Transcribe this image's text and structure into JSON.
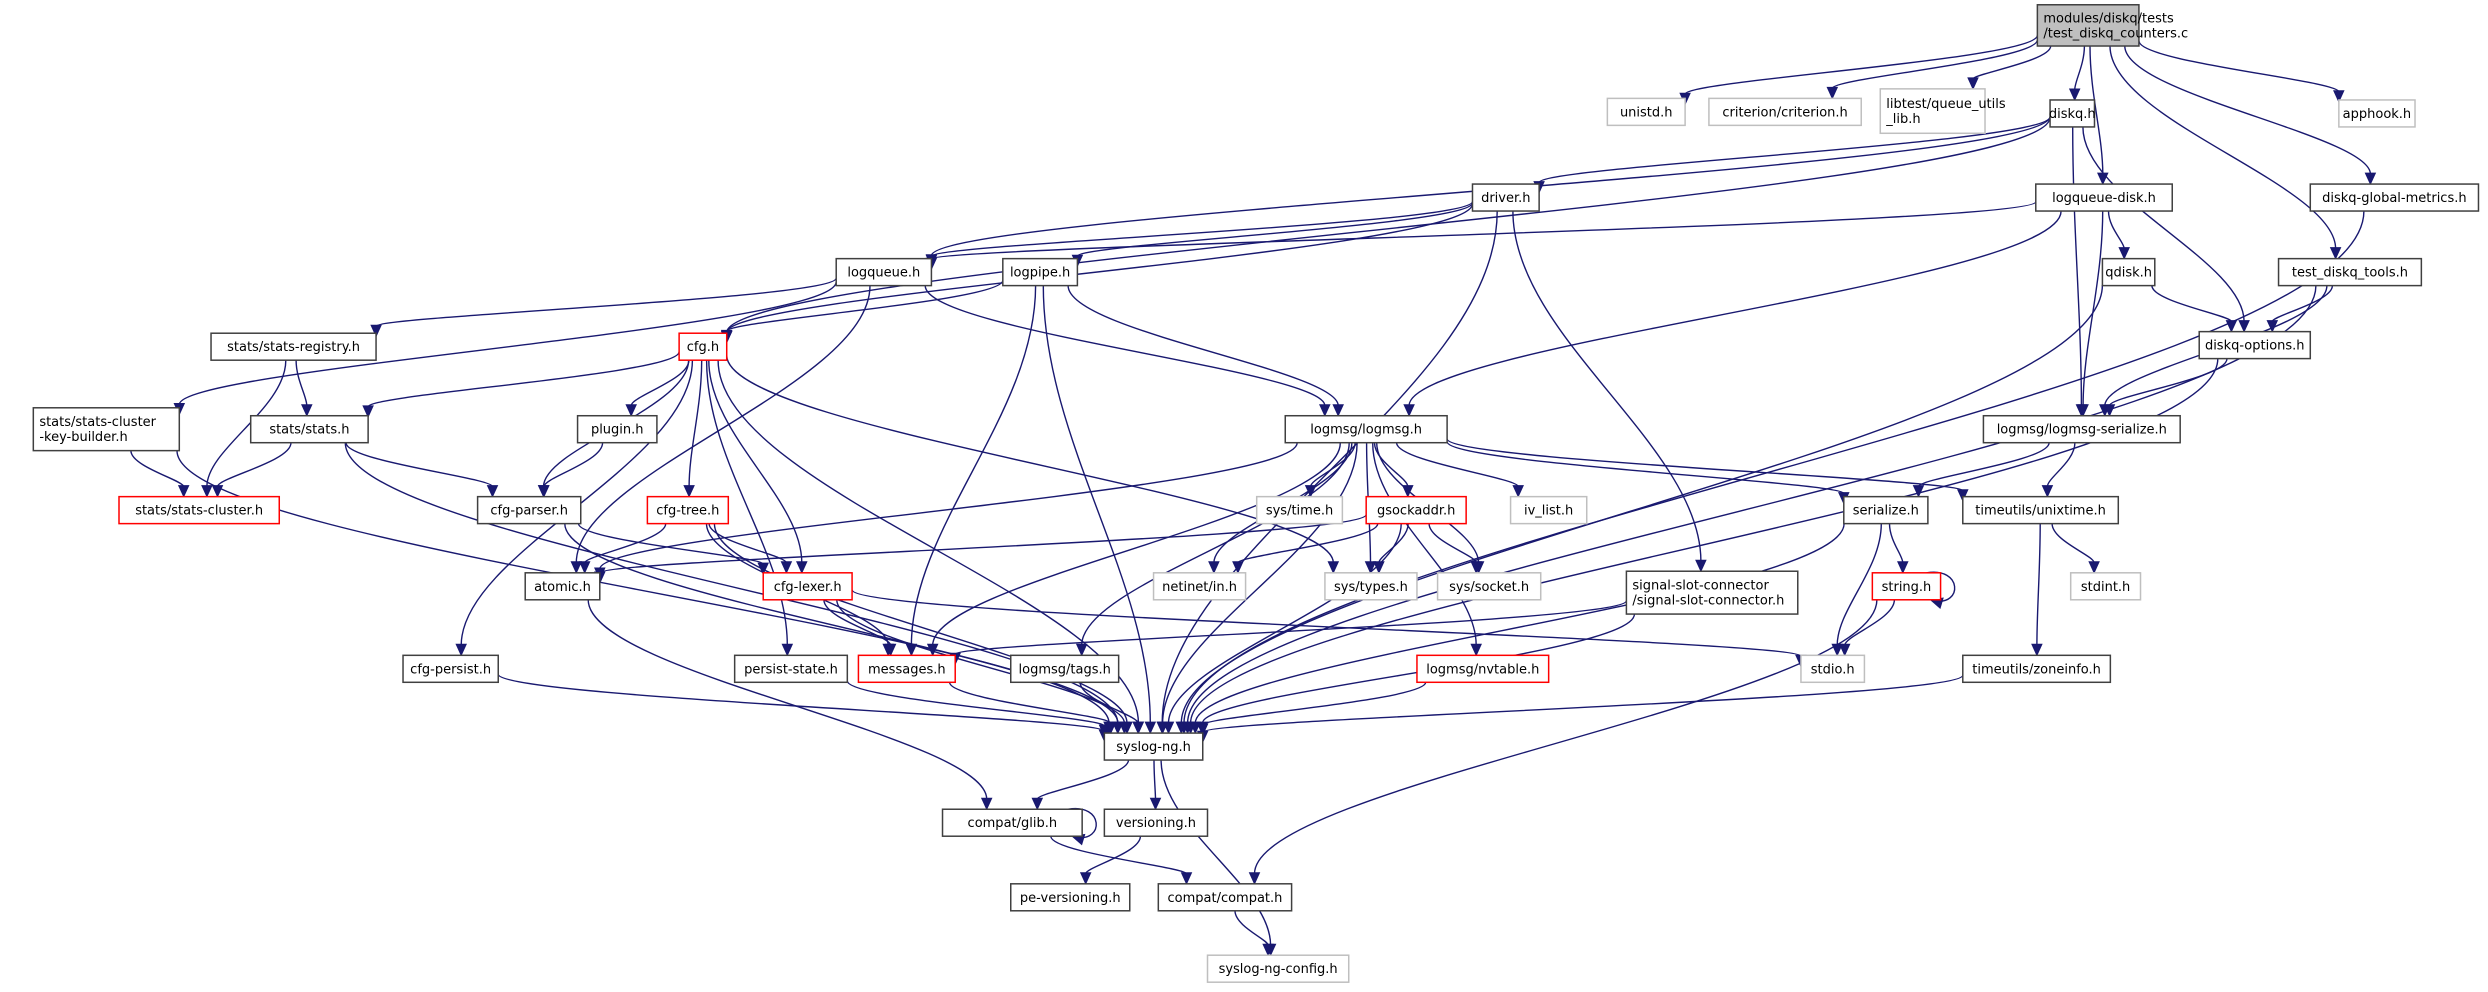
{
  "diagram": {
    "title": "modules/diskq/tests/test_diskq_counters.c include dependency graph",
    "colors": {
      "edge": "#191970",
      "root_fill": "#bfbfbf",
      "root_border": "#404040",
      "documented_border": "#404040",
      "truncated_border": "#ff0000",
      "external_border": "#bfbfbf",
      "node_fill": "#ffffff"
    },
    "nodes": {
      "root": {
        "lines": [
          "modules/diskq/tests",
          "/test_diskq_counters.c"
        ],
        "kind": "root"
      },
      "unistd": {
        "lines": [
          "unistd.h"
        ],
        "kind": "external"
      },
      "criterion": {
        "lines": [
          "criterion/criterion.h"
        ],
        "kind": "external"
      },
      "queue_utils": {
        "lines": [
          "libtest/queue_utils",
          "_lib.h"
        ],
        "kind": "external"
      },
      "diskq": {
        "lines": [
          "diskq.h"
        ],
        "kind": "documented"
      },
      "apphook": {
        "lines": [
          "apphook.h"
        ],
        "kind": "external"
      },
      "driver": {
        "lines": [
          "driver.h"
        ],
        "kind": "documented"
      },
      "logqueue_disk": {
        "lines": [
          "logqueue-disk.h"
        ],
        "kind": "documented"
      },
      "global_metrics": {
        "lines": [
          "diskq-global-metrics.h"
        ],
        "kind": "documented"
      },
      "logqueue": {
        "lines": [
          "logqueue.h"
        ],
        "kind": "documented"
      },
      "logpipe": {
        "lines": [
          "logpipe.h"
        ],
        "kind": "documented"
      },
      "qdisk": {
        "lines": [
          "qdisk.h"
        ],
        "kind": "documented"
      },
      "test_tools": {
        "lines": [
          "test_diskq_tools.h"
        ],
        "kind": "documented"
      },
      "cfg": {
        "lines": [
          "cfg.h"
        ],
        "kind": "truncated"
      },
      "stats_registry": {
        "lines": [
          "stats/stats-registry.h"
        ],
        "kind": "documented"
      },
      "diskq_options": {
        "lines": [
          "diskq-options.h"
        ],
        "kind": "documented"
      },
      "key_builder": {
        "lines": [
          "stats/stats-cluster",
          "-key-builder.h"
        ],
        "kind": "documented"
      },
      "stats": {
        "lines": [
          "stats/stats.h"
        ],
        "kind": "documented"
      },
      "plugin": {
        "lines": [
          "plugin.h"
        ],
        "kind": "documented"
      },
      "logmsg": {
        "lines": [
          "logmsg/logmsg.h"
        ],
        "kind": "documented"
      },
      "logmsg_serialize": {
        "lines": [
          "logmsg/logmsg-serialize.h"
        ],
        "kind": "documented"
      },
      "stats_cluster": {
        "lines": [
          "stats/stats-cluster.h"
        ],
        "kind": "truncated"
      },
      "cfg_parser": {
        "lines": [
          "cfg-parser.h"
        ],
        "kind": "documented"
      },
      "cfg_tree": {
        "lines": [
          "cfg-tree.h"
        ],
        "kind": "truncated"
      },
      "sys_time": {
        "lines": [
          "sys/time.h"
        ],
        "kind": "external"
      },
      "gsockaddr": {
        "lines": [
          "gsockaddr.h"
        ],
        "kind": "truncated"
      },
      "iv_list": {
        "lines": [
          "iv_list.h"
        ],
        "kind": "external"
      },
      "serialize": {
        "lines": [
          "serialize.h"
        ],
        "kind": "documented"
      },
      "unixtime": {
        "lines": [
          "timeutils/unixtime.h"
        ],
        "kind": "documented"
      },
      "atomic": {
        "lines": [
          "atomic.h"
        ],
        "kind": "documented"
      },
      "cfg_lexer": {
        "lines": [
          "cfg-lexer.h"
        ],
        "kind": "truncated"
      },
      "netinet_in": {
        "lines": [
          "netinet/in.h"
        ],
        "kind": "external"
      },
      "sys_types": {
        "lines": [
          "sys/types.h"
        ],
        "kind": "external"
      },
      "sys_socket": {
        "lines": [
          "sys/socket.h"
        ],
        "kind": "external"
      },
      "signal_slot": {
        "lines": [
          "signal-slot-connector",
          "/signal-slot-connector.h"
        ],
        "kind": "documented"
      },
      "string": {
        "lines": [
          "string.h"
        ],
        "kind": "truncated"
      },
      "stdint": {
        "lines": [
          "stdint.h"
        ],
        "kind": "external"
      },
      "cfg_persist": {
        "lines": [
          "cfg-persist.h"
        ],
        "kind": "documented"
      },
      "persist_state": {
        "lines": [
          "persist-state.h"
        ],
        "kind": "documented"
      },
      "messages": {
        "lines": [
          "messages.h"
        ],
        "kind": "truncated"
      },
      "tags": {
        "lines": [
          "logmsg/tags.h"
        ],
        "kind": "documented"
      },
      "nvtable": {
        "lines": [
          "logmsg/nvtable.h"
        ],
        "kind": "truncated"
      },
      "stdio": {
        "lines": [
          "stdio.h"
        ],
        "kind": "external"
      },
      "zoneinfo": {
        "lines": [
          "timeutils/zoneinfo.h"
        ],
        "kind": "documented"
      },
      "syslog_ng": {
        "lines": [
          "syslog-ng.h"
        ],
        "kind": "documented"
      },
      "glib": {
        "lines": [
          "compat/glib.h"
        ],
        "kind": "documented"
      },
      "versioning": {
        "lines": [
          "versioning.h"
        ],
        "kind": "documented"
      },
      "pe_versioning": {
        "lines": [
          "pe-versioning.h"
        ],
        "kind": "documented"
      },
      "compat": {
        "lines": [
          "compat/compat.h"
        ],
        "kind": "documented"
      },
      "config": {
        "lines": [
          "syslog-ng-config.h"
        ],
        "kind": "external"
      }
    },
    "edges": [
      [
        "root",
        "unistd"
      ],
      [
        "root",
        "criterion"
      ],
      [
        "root",
        "queue_utils"
      ],
      [
        "root",
        "diskq"
      ],
      [
        "root",
        "logqueue_disk"
      ],
      [
        "root",
        "apphook"
      ],
      [
        "root",
        "global_metrics"
      ],
      [
        "root",
        "test_tools"
      ],
      [
        "diskq",
        "driver"
      ],
      [
        "diskq",
        "logqueue"
      ],
      [
        "diskq",
        "logmsg_serialize"
      ],
      [
        "diskq",
        "diskq_options"
      ],
      [
        "diskq",
        "cfg"
      ],
      [
        "driver",
        "logqueue"
      ],
      [
        "driver",
        "logpipe"
      ],
      [
        "driver",
        "cfg"
      ],
      [
        "driver",
        "signal_slot"
      ],
      [
        "driver",
        "syslog_ng"
      ],
      [
        "logqueue_disk",
        "logqueue"
      ],
      [
        "logqueue_disk",
        "logmsg"
      ],
      [
        "logqueue_disk",
        "qdisk"
      ],
      [
        "logqueue_disk",
        "logmsg_serialize"
      ],
      [
        "global_metrics",
        "syslog_ng"
      ],
      [
        "logqueue",
        "stats_registry"
      ],
      [
        "logqueue",
        "key_builder"
      ],
      [
        "logqueue",
        "atomic"
      ],
      [
        "logqueue",
        "logmsg"
      ],
      [
        "logpipe",
        "cfg"
      ],
      [
        "logpipe",
        "logmsg"
      ],
      [
        "logpipe",
        "messages"
      ],
      [
        "logpipe",
        "syslog_ng"
      ],
      [
        "qdisk",
        "diskq_options"
      ],
      [
        "qdisk",
        "syslog_ng"
      ],
      [
        "test_tools",
        "diskq_options"
      ],
      [
        "test_tools",
        "logmsg_serialize"
      ],
      [
        "test_tools",
        "syslog_ng"
      ],
      [
        "cfg",
        "stats"
      ],
      [
        "cfg",
        "plugin"
      ],
      [
        "cfg",
        "cfg_parser"
      ],
      [
        "cfg",
        "cfg_tree"
      ],
      [
        "cfg",
        "cfg_lexer"
      ],
      [
        "cfg",
        "cfg_persist"
      ],
      [
        "cfg",
        "persist_state"
      ],
      [
        "cfg",
        "sys_types"
      ],
      [
        "cfg",
        "syslog_ng"
      ],
      [
        "stats_registry",
        "stats"
      ],
      [
        "stats_registry",
        "stats_cluster"
      ],
      [
        "diskq_options",
        "logmsg_serialize"
      ],
      [
        "diskq_options",
        "syslog_ng"
      ],
      [
        "key_builder",
        "stats_cluster"
      ],
      [
        "key_builder",
        "syslog_ng"
      ],
      [
        "stats",
        "stats_cluster"
      ],
      [
        "stats",
        "cfg_parser"
      ],
      [
        "stats",
        "syslog_ng"
      ],
      [
        "plugin",
        "cfg_parser"
      ],
      [
        "logmsg",
        "sys_time"
      ],
      [
        "logmsg",
        "gsockaddr"
      ],
      [
        "logmsg",
        "iv_list"
      ],
      [
        "logmsg",
        "serialize"
      ],
      [
        "logmsg",
        "unixtime"
      ],
      [
        "logmsg",
        "atomic"
      ],
      [
        "logmsg",
        "netinet_in"
      ],
      [
        "logmsg",
        "sys_types"
      ],
      [
        "logmsg",
        "sys_socket"
      ],
      [
        "logmsg",
        "messages"
      ],
      [
        "logmsg",
        "tags"
      ],
      [
        "logmsg",
        "nvtable"
      ],
      [
        "logmsg",
        "syslog_ng"
      ],
      [
        "logmsg_serialize",
        "serialize"
      ],
      [
        "logmsg_serialize",
        "unixtime"
      ],
      [
        "cfg_parser",
        "cfg_lexer"
      ],
      [
        "cfg_parser",
        "syslog_ng"
      ],
      [
        "cfg_tree",
        "atomic"
      ],
      [
        "cfg_tree",
        "cfg_lexer"
      ],
      [
        "cfg_tree",
        "messages"
      ],
      [
        "cfg_tree",
        "syslog_ng"
      ],
      [
        "gsockaddr",
        "atomic"
      ],
      [
        "gsockaddr",
        "netinet_in"
      ],
      [
        "gsockaddr",
        "sys_types"
      ],
      [
        "gsockaddr",
        "sys_socket"
      ],
      [
        "gsockaddr",
        "syslog_ng"
      ],
      [
        "serialize",
        "string"
      ],
      [
        "serialize",
        "stdio"
      ],
      [
        "serialize",
        "syslog_ng"
      ],
      [
        "unixtime",
        "stdint"
      ],
      [
        "unixtime",
        "zoneinfo"
      ],
      [
        "atomic",
        "glib"
      ],
      [
        "cfg_lexer",
        "messages"
      ],
      [
        "cfg_lexer",
        "stdio"
      ],
      [
        "cfg_lexer",
        "syslog_ng"
      ],
      [
        "signal_slot",
        "messages"
      ],
      [
        "signal_slot",
        "syslog_ng"
      ],
      [
        "string",
        "string"
      ],
      [
        "string",
        "stdio"
      ],
      [
        "string",
        "compat"
      ],
      [
        "cfg_persist",
        "syslog_ng"
      ],
      [
        "persist_state",
        "syslog_ng"
      ],
      [
        "messages",
        "syslog_ng"
      ],
      [
        "tags",
        "syslog_ng"
      ],
      [
        "nvtable",
        "syslog_ng"
      ],
      [
        "zoneinfo",
        "syslog_ng"
      ],
      [
        "syslog_ng",
        "glib"
      ],
      [
        "syslog_ng",
        "versioning"
      ],
      [
        "syslog_ng",
        "config"
      ],
      [
        "glib",
        "glib"
      ],
      [
        "glib",
        "compat"
      ],
      [
        "versioning",
        "pe_versioning"
      ],
      [
        "compat",
        "config"
      ]
    ]
  }
}
